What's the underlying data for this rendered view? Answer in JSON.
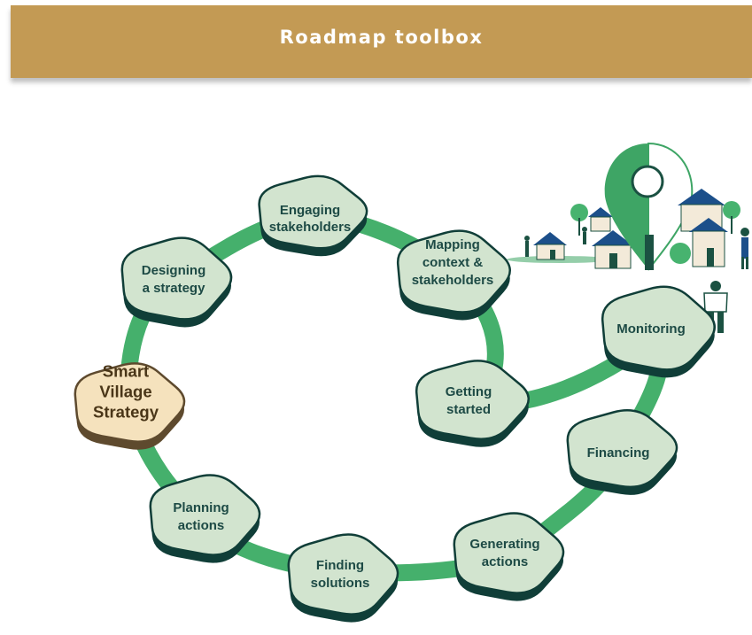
{
  "header": {
    "title": "Roadmap toolbox"
  },
  "colors": {
    "header_bg": "#c39a54",
    "path_green": "#45b06c",
    "node_fill": "#d2e4cf",
    "node_shadow": "#103e38",
    "node_text": "#1d4a45",
    "center_fill": "#f5e2bd",
    "center_shadow": "#5e4a2e",
    "center_text": "#4a3618"
  },
  "stages": [
    {
      "id": "smart-village-strategy",
      "lines": [
        "Smart",
        "Village",
        "Strategy"
      ],
      "central": true
    },
    {
      "id": "designing-a-strategy",
      "lines": [
        "Designing",
        "a strategy"
      ]
    },
    {
      "id": "engaging-stakeholders",
      "lines": [
        "Engaging",
        "stakeholders"
      ]
    },
    {
      "id": "mapping-context-stakeholders",
      "lines": [
        "Mapping",
        "context &",
        "stakeholders"
      ]
    },
    {
      "id": "getting-started",
      "lines": [
        "Getting",
        "started"
      ]
    },
    {
      "id": "monitoring",
      "lines": [
        "Monitoring"
      ]
    },
    {
      "id": "financing",
      "lines": [
        "Financing"
      ]
    },
    {
      "id": "generating-actions",
      "lines": [
        "Generating",
        "actions"
      ]
    },
    {
      "id": "finding-solutions",
      "lines": [
        "Finding",
        "solutions"
      ]
    },
    {
      "id": "planning-actions",
      "lines": [
        "Planning",
        "actions"
      ]
    }
  ],
  "illustration": {
    "icon": "village-location-pin-illustration"
  }
}
